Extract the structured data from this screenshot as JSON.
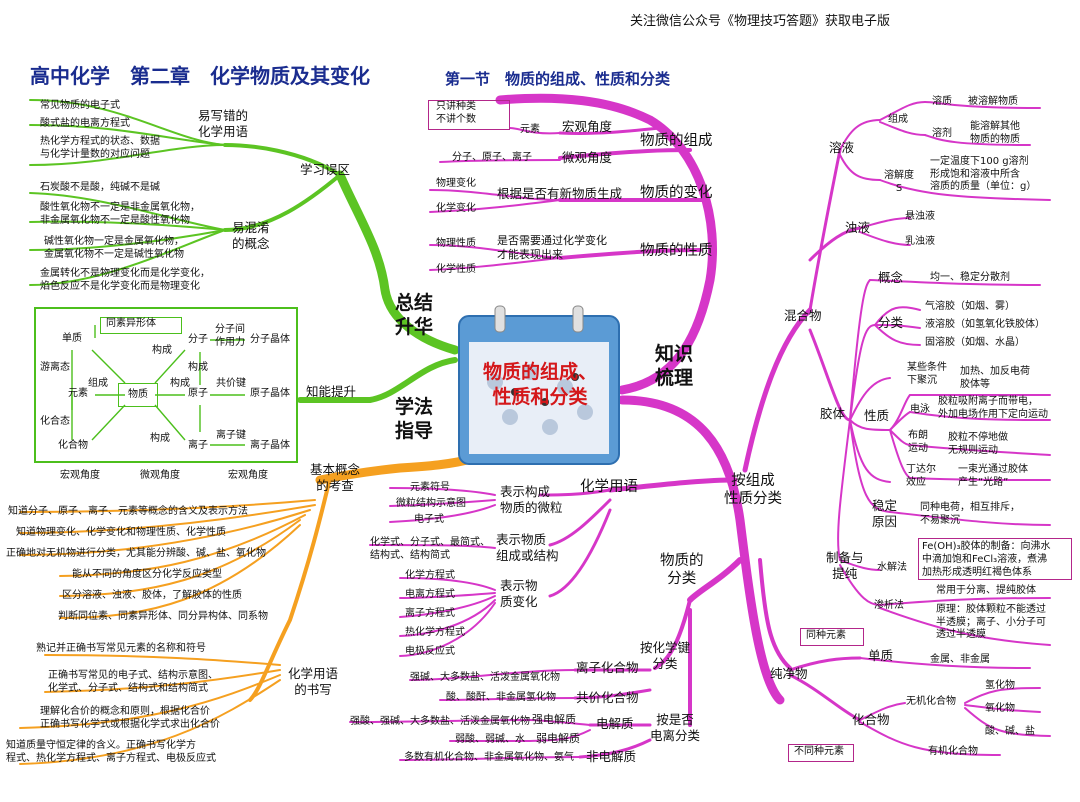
{
  "watermark": "关注微信公众号《物理技巧答题》获取电子版",
  "title": "高中化学　第二章　化学物质及其变化",
  "subtitle": "第一节　物质的组成、性质和分类",
  "center": {
    "line1": "物质的组成、",
    "line2": "性质和分类"
  },
  "branches": {
    "zongjie": "总结\n升华",
    "xuefa": "学法\n指导",
    "zhishi": "知识\n梳理"
  },
  "left": {
    "xuexi_wuqu": "学习误区",
    "yichucuo": "易写错的\n化学用语",
    "ycc_items": [
      "常见物质的电子式",
      "酸式盐的电离方程式",
      "热化学方程式的状态、数据\n与化学计量数的对应问题"
    ],
    "yihunxiao": "易混淆\n的概念",
    "yhx_items": [
      "石炭酸不是酸，纯碱不是碱",
      "酸性氧化物不一定是非金属氧化物，\n非金属氧化物不一定是酸性氧化物",
      "碱性氧化物一定是金属氧化物，\n金属氧化物不一定是碱性氧化物",
      "金属转化不是物理变化而是化学变化，\n焰色反应不是化学变化而是物理变化"
    ],
    "zhinengtisheng": "知能提升",
    "diagram": {
      "tongsuyixingti": "同素异形体",
      "danzhi": "单质",
      "youlitai": "游离态",
      "zucheng": "组成",
      "yuansu": "元素",
      "wuzhi": "物质",
      "huahetai": "化合态",
      "huahewu": "化合物",
      "goucheng1": "构成",
      "goucheng2": "构成",
      "goucheng3": "构成",
      "goucheng4": "构成",
      "fenzi": "分子",
      "yuanzi": "原子",
      "lizi": "离子",
      "fenzijian": "分子间\n作用力",
      "gongjiajian": "共价键",
      "lizijian": "离子键",
      "fenzijingti": "分子晶体",
      "yuanzijingti": "原子晶体",
      "lizijingti": "离子晶体",
      "hongguan": "宏观角度",
      "weiguan": "微观角度",
      "hongguan2": "宏观角度"
    },
    "jibengainian": "基本概念\n的考查",
    "jbgn_items": [
      "知道分子、原子、离子、元素等概念的含义及表示方法",
      "知道物理变化、化学变化和物理性质、化学性质",
      "正确地对无机物进行分类，尤其能分辨酸、碱、盐、氧化物",
      "能从不同的角度区分化学反应类型",
      "区分溶液、浊液、胶体，了解胶体的性质",
      "判断同位素、同素异形体、同分异构体、同系物"
    ],
    "huaxueyongyu_shuxie": "化学用语\n的书写",
    "hxys_items": [
      "熟记并正确书写常见元素的名称和符号",
      "正确书写常见的电子式、结构示意图、\n化学式、分子式、结构式和结构简式",
      "理解化合价的概念和原则，根据化合价\n正确书写化学式或根据化学式求出化合价",
      "知道质量守恒定律的含义。正确书写化学方\n程式、热化学方程式、离子方程式、电极反应式"
    ]
  },
  "middle": {
    "wuzhi_zucheng": "物质的组成",
    "zhijiang": "只讲种类\n不讲个数",
    "yuansu": "元素",
    "hongguanjiaodu": "宏观角度",
    "fenziyuanzilizi": "分子、原子、离子",
    "weiguanjiaodu": "微观角度",
    "wuzhi_bianhua": "物质的变化",
    "wulibianhua": "物理变化",
    "huaxuebianhua": "化学变化",
    "shengcheng": "根据是否有新物质生成",
    "wuzhi_xingzhi": "物质的性质",
    "wulixingzhi": "物理性质",
    "huaxuexingzhi": "化学性质",
    "biaoxian": "是否需要通过化学变化\n才能表现出来",
    "huaxueyongyu": "化学用语",
    "yuansufuhao": "元素符号",
    "jiegoushiyitu": "微粒结构示意图",
    "dianzishi": "电子式",
    "biaoshi_weili": "表示构成\n物质的微粒",
    "huaxueshi": "化学式、分子式、最简式、\n结构式、结构简式",
    "biaoshi_zucheng": "表示物质\n组成或结构",
    "fangchengshi": [
      "化学方程式",
      "电离方程式",
      "离子方程式",
      "热化学方程式",
      "电极反应式"
    ],
    "biaoshi_bianhua": "表示物\n质变化",
    "wuzhi_fenlei": "物质的\n分类",
    "an_huaxuejian": "按化学键\n分类",
    "lizihuahewu": "离子化合物",
    "lz_desc": "强碱、大多数盐、活泼金属氧化物",
    "gongjiahuahewu": "共价化合物",
    "gj_desc": "酸、酸酐、非金属氢化物",
    "an_dianli": "按是否\n电离分类",
    "dianjiezhi": "电解质",
    "qiang_desc": "强酸、强碱、大多数盐、活泼金属氧化物",
    "qiangdianjiezhi": "强电解质",
    "ruo_desc": "弱酸、弱碱、水",
    "ruodianjiezhi": "弱电解质",
    "fei_desc": "多数有机化合物、非金属氧化物、氨气",
    "feidianjiezhi": "非电解质"
  },
  "right": {
    "anzucheng": "按组成\n性质分类",
    "rongye": "溶液",
    "zucheng": "组成",
    "rongzhi": "溶质",
    "rongzhi_desc": "被溶解物质",
    "rongji": "溶剂",
    "rongji_desc": "能溶解其他\n物质的物质",
    "rongjiedu": "溶解度\nS",
    "rongjiedu_desc": "一定温度下100 g溶剂\n形成饱和溶液中所含\n溶质的质量（单位：g）",
    "zhuoye": "浊液",
    "xuanzhuoye": "悬浊液",
    "ruzhuoye": "乳浊液",
    "hunhewu": "混合物",
    "gainian": "概念",
    "gainian_desc": "均一、稳定分散剂",
    "fenlei": "分类",
    "qirongjiao": "气溶胶（如烟、雾）",
    "yerongjiao": "液溶胶（如氢氧化铁胶体）",
    "gurongjiao": "固溶胶（如烟、水晶）",
    "jiaoti": "胶体",
    "xingzhi": "性质",
    "jiechen": "某些条件\n下聚沉",
    "jiechen_desc": "加热、加反电荷\n胶体等",
    "dianyong": "电泳",
    "dianyong_desc": "胶粒吸附离子而带电，\n外加电场作用下定向运动",
    "bulang": "布朗\n运动",
    "bulang_desc": "胶粒不停地做\n无规则运动",
    "dingdaer": "丁达尔\n效应",
    "dingdaer_desc": "一束光通过胶体\n产生“光路”",
    "wending": "稳定\n原因",
    "wending_desc": "同种电荷，相互排斥，\n不易聚沉",
    "zhibei": "制备与\n提纯",
    "shuijiefa": "水解法",
    "shuijie_desc": "Fe(OH)₃胶体的制备：向沸水\n中滴加饱和FeCl₃溶液，煮沸\n加热形成透明红褐色体系",
    "shenxifa": "渗析法",
    "shenxi_desc1": "常用于分离、提纯胶体",
    "shenxi_desc2": "原理：胶体颗粒不能透过\n半透膜；离子、小分子可\n透过半透膜",
    "chunjingwu": "纯净物",
    "tongzhongyuansu": "同种元素",
    "danzhi": "单质",
    "danzhi_desc": "金属、非金属",
    "huahewu": "化合物",
    "wujihuahewu": "无机化合物",
    "wuji_items": [
      "氢化物",
      "氧化物",
      "酸、碱、盐"
    ],
    "youjihuahewu": "有机化合物",
    "butongzhongyuansu": "不同种元素"
  },
  "colors": {
    "green": "#5cc423",
    "orange": "#f5a020",
    "magenta": "#d636c8",
    "title": "#1a2c8f",
    "center_text": "#d4171a"
  }
}
